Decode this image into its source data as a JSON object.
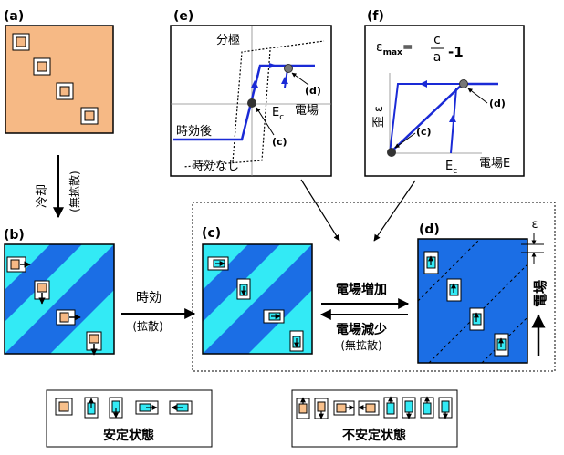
{
  "panels": {
    "a": "(a)",
    "b": "(b)",
    "c": "(c)",
    "d": "(d)",
    "e": "(e)",
    "f": "(f)"
  },
  "process": {
    "cooling": "冷却",
    "no_diffusion": "(無拡散)",
    "aging": "時効",
    "diffusion": "(拡散)",
    "field_increase": "電場増加",
    "field_decrease": "電場減少",
    "no_diffusion2": "(無拡散)",
    "field": "電場"
  },
  "strain_mark": "ε",
  "graph_e": {
    "polarization": "分極",
    "aged": "時効後",
    "not_aged": "時効なし",
    "ec": "E",
    "ec_sub": "c",
    "field_axis": "電場",
    "point_d": "(d)",
    "point_c": "(c)"
  },
  "graph_f": {
    "emax": "ε",
    "emax_sub": "max",
    "eq": "=",
    "frac_num": "c",
    "frac_den": "a",
    "minus_one": "-1",
    "strain_axis": "歪 ε",
    "ec": "E",
    "ec_sub": "c",
    "field_axis": "電場E",
    "point_d": "(d)",
    "point_c": "(c)"
  },
  "legend": {
    "stable": "安定状態",
    "unstable": "不安定状態"
  },
  "colors": {
    "orange": "#f6b985",
    "cyan": "#33eaf5",
    "blue": "#1b6ee5",
    "curve": "#1a2ad6",
    "cell": "#f8c08b"
  }
}
